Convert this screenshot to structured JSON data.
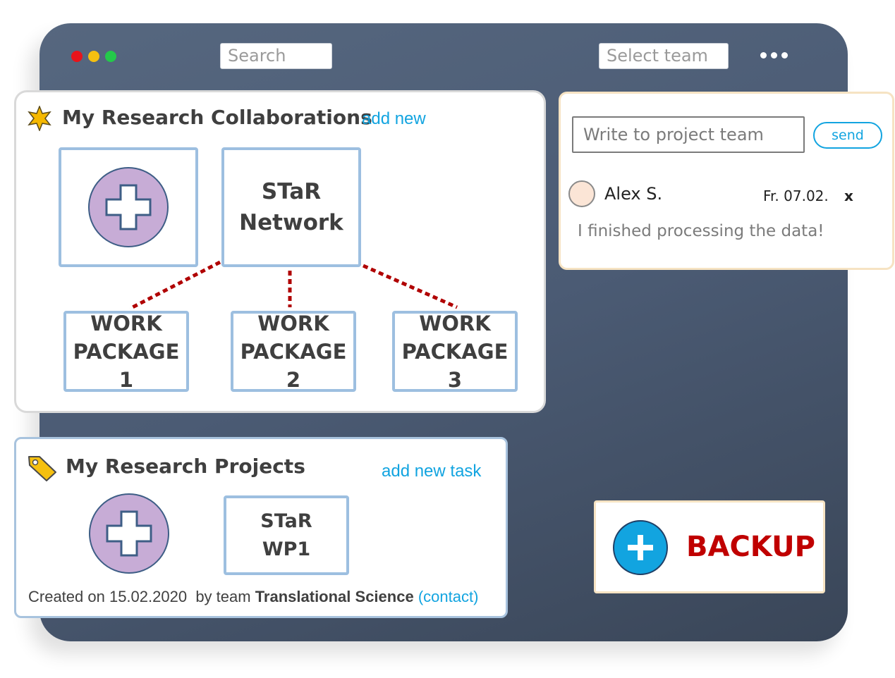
{
  "window": {
    "controls": {
      "close_color": "#e8141a",
      "minimize_color": "#f5c010",
      "maximize_color": "#24c94a"
    },
    "search": {
      "placeholder": "Search"
    },
    "team_select": {
      "placeholder": "Select team"
    },
    "menu_icon": "more-horizontal-icon"
  },
  "collaborations": {
    "icon": "star-badge-icon",
    "title": "My Research Collaborations",
    "add_label": "add new",
    "add_card_icon": "plus-icon",
    "network": {
      "line1": "STaR",
      "line2": "Network"
    },
    "packages": [
      {
        "line1": "WORK",
        "line2": "PACKAGE 1"
      },
      {
        "line1": "WORK",
        "line2": "PACKAGE 2"
      },
      {
        "line1": "WORK",
        "line2": "PACKAGE 3"
      }
    ],
    "connector_color": "#b00000"
  },
  "projects": {
    "icon": "tag-icon",
    "title": "My Research Projects",
    "add_label": "add new task",
    "add_card_icon": "plus-icon",
    "card": {
      "line1": "STaR",
      "line2": "WP1"
    },
    "footer": {
      "created": "Created on 15.02.2020",
      "by": "by team",
      "team": "Translational Science",
      "contact": "(contact)"
    }
  },
  "chat": {
    "input_placeholder": "Write to project team",
    "send_label": "send",
    "message": {
      "author": "Alex S.",
      "date": "Fr. 07.02.",
      "dismiss": "x",
      "text": "I finished processing the data!",
      "avatar_color": "#fbe5d6"
    }
  },
  "backup": {
    "icon": "plus-icon",
    "label": "BACKUP",
    "accent": "#12a4e0",
    "label_color": "#c00000"
  }
}
